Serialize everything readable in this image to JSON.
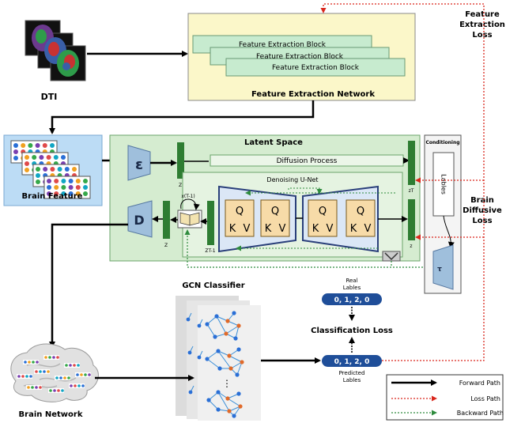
{
  "labels": {
    "dti": "DTI",
    "feature_block": "Feature Extraction Block",
    "feature_network": "Feature Extraction Network",
    "feature_loss_1": "Feature",
    "feature_loss_2": "Extraction",
    "feature_loss_3": "Loss",
    "latent_space": "Latent Space",
    "diffusion_process": "Diffusion Process",
    "denoising_unet": "Denoising U-Net",
    "encoder": "ε",
    "decoder": "D",
    "z": "Z",
    "zt1": "ZT-1",
    "xt1": "x(T-1)",
    "zt": "zT",
    "z_out": "z",
    "conditioning": "Conditioning",
    "lables": "Lables",
    "brain_diffusive_1": "Brain",
    "brain_diffusive_2": "Diffusive",
    "brain_diffusive_3": "Loss",
    "brain_feature": "Brain Feature",
    "brain_network": "Brain Network",
    "gcn_classifier": "GCN Classifier",
    "real_lables_1": "Real",
    "real_lables_2": "Lables",
    "label_values": "0, 1, 2, 0",
    "classification_loss": "Classification Loss",
    "predicted_1": "Predicted",
    "predicted_2": "Lables",
    "q": "Q",
    "k": "K",
    "v": "V",
    "dots": "⋮",
    "tau": "τ"
  },
  "legend": {
    "forward": "Forward Path",
    "loss": "Loss Path",
    "backward": "Backward Path"
  },
  "colors": {
    "latent_bg": "#d5ecd0",
    "feature_net_bg": "#fbf7c9",
    "feature_block_bg": "#c7ebcf",
    "brain_feature_bg": "#bcdcf5",
    "encoder_fill": "#9fbfdc",
    "dark_green": "#2e7d32",
    "loss_red": "#d9261c",
    "backward_green": "#2e8b3d"
  }
}
